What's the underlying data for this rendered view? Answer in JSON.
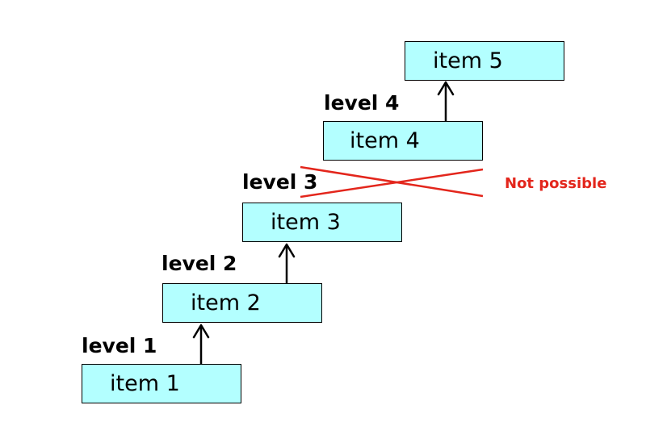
{
  "items": [
    {
      "label": "item 1"
    },
    {
      "label": "item 2"
    },
    {
      "label": "item 3"
    },
    {
      "label": "item 4"
    },
    {
      "label": "item 5"
    }
  ],
  "levels": [
    {
      "label": "level 1"
    },
    {
      "label": "level 2"
    },
    {
      "label": "level 3"
    },
    {
      "label": "level 4"
    }
  ],
  "annotation": {
    "label": "Not possible"
  },
  "colors": {
    "box_fill": "#b3ffff",
    "box_border": "#000000",
    "cross": "#e3261c",
    "annotation_text": "#e3261c",
    "arrow": "#000000"
  }
}
